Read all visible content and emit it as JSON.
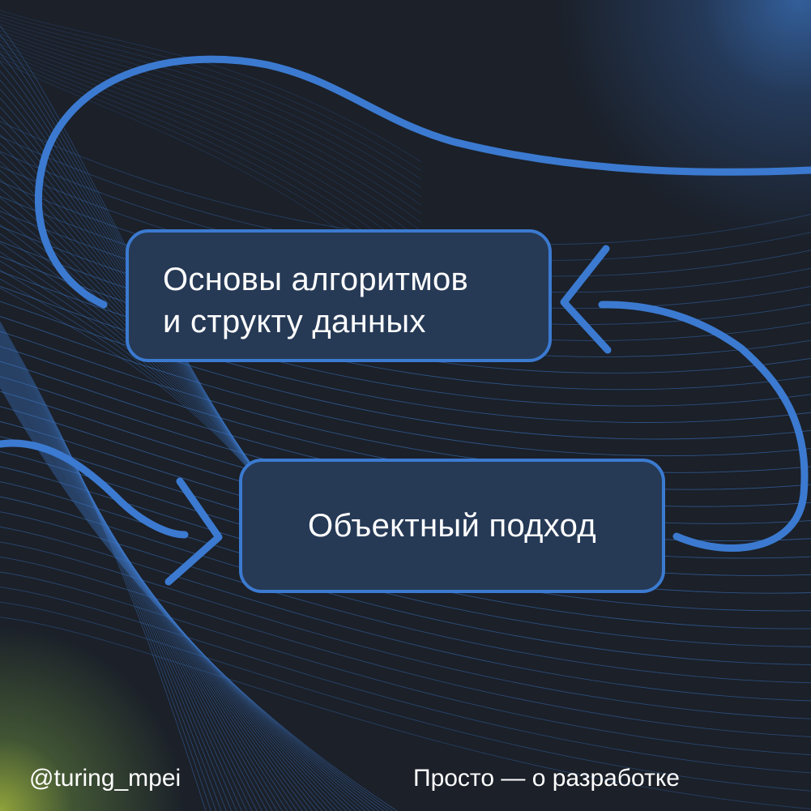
{
  "cards": [
    {
      "lines": [
        "Основы алгоритмов",
        "и структу данных"
      ]
    },
    {
      "lines": [
        "Объектный подход"
      ]
    }
  ],
  "footer": {
    "handle": "@turing_mpei",
    "tagline": "Просто — о разработке"
  },
  "colors": {
    "background": "#1b2029",
    "card_fill": "#263a56",
    "accent_blue": "#3b7ad0",
    "mesh_lines": "#3d78c8",
    "glow_top_right": "#3462a0",
    "glow_bottom_left": "#96aa3c",
    "text": "#ffffff"
  },
  "icons": [
    "chevron-left-arrow-icon",
    "chevron-right-arrow-icon"
  ]
}
